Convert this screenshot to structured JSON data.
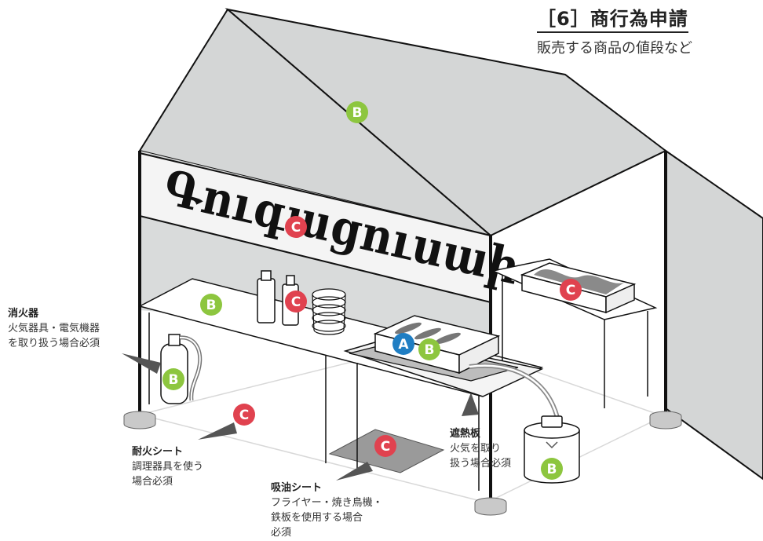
{
  "title": "［6］商行為申請",
  "subtitle": "販売する商品の値段など",
  "sign_text": "Գուգացուսաի",
  "colors": {
    "badge_a": "#1f7ec3",
    "badge_b": "#8dc63f",
    "badge_c": "#e0424f",
    "tent": "#d4d6d6",
    "line": "#111111"
  },
  "badges": {
    "roof": "B",
    "sign": "C",
    "bottles": "C",
    "tray": "A",
    "grill": "B",
    "table_front": "B",
    "box": "C",
    "extinguisher": "B",
    "floor": "C",
    "oil_sheet": "C",
    "oil_can": "B"
  },
  "labels": {
    "extinguisher": {
      "title": "消火器",
      "lines": [
        "火気器具・電気機器",
        "を取り扱う場合必須"
      ]
    },
    "fire_sheet": {
      "title": "耐火シート",
      "lines": [
        "調理器具を使う",
        "場合必須"
      ]
    },
    "oil_sheet": {
      "title": "吸油シート",
      "lines": [
        "フライヤー・焼き鳥機・",
        "鉄板を使用する場合",
        "必須"
      ]
    },
    "heat_shield": {
      "title": "遮熱板",
      "lines": [
        "火気を取り",
        "扱う場合必須"
      ]
    }
  }
}
